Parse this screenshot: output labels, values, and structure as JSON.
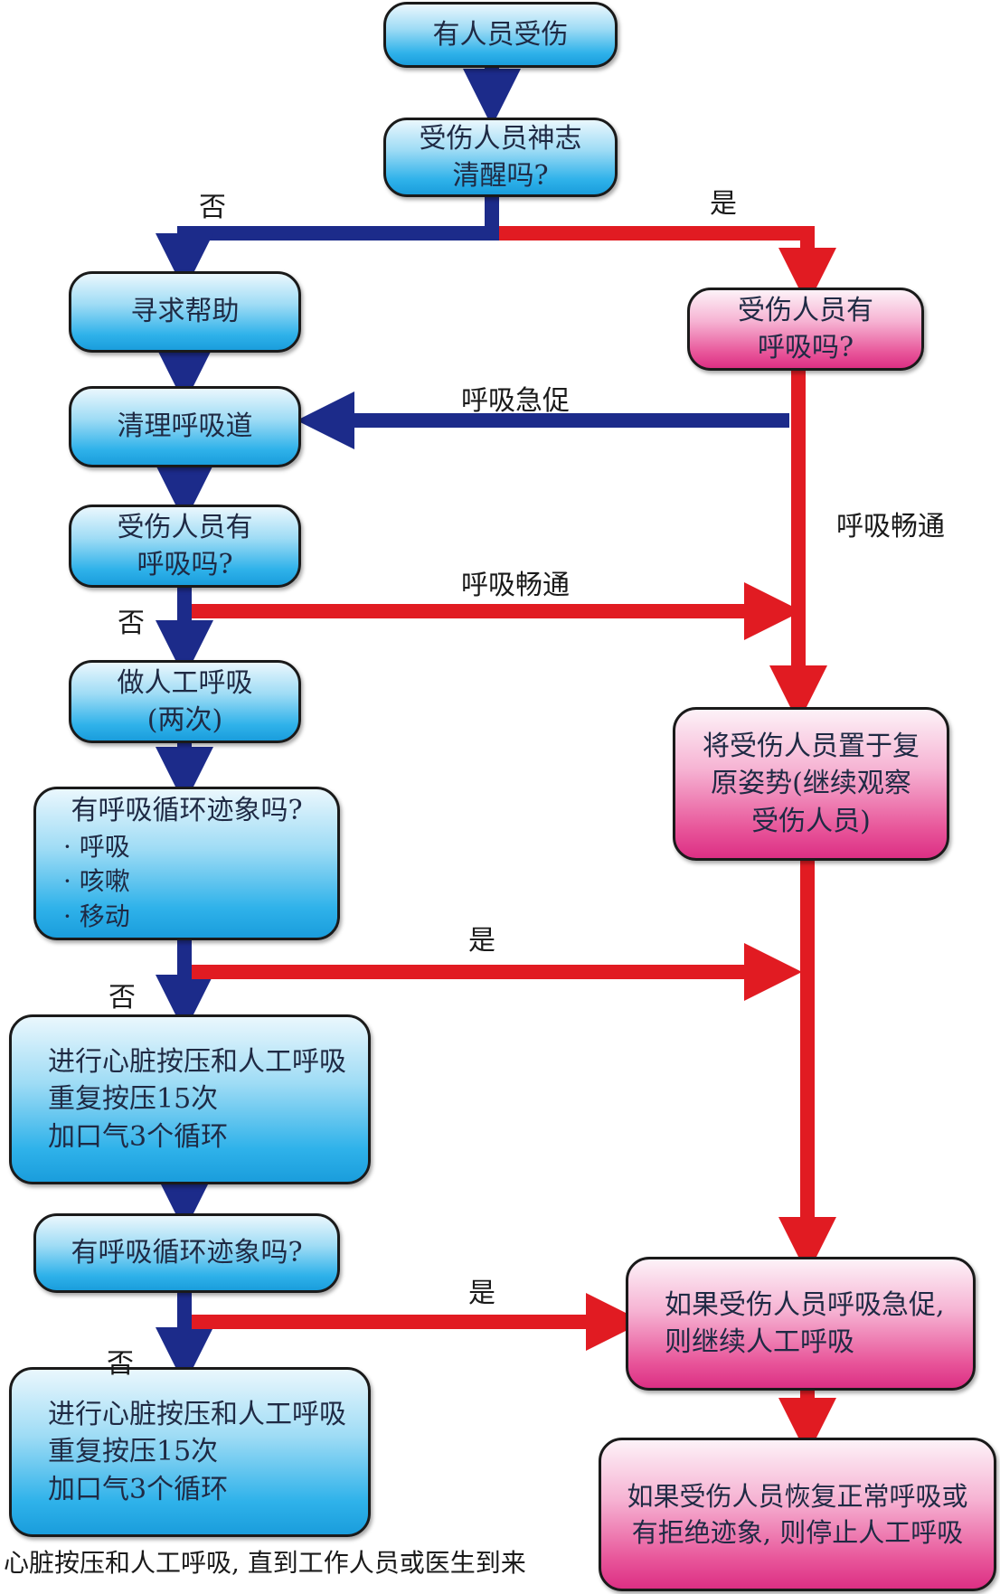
{
  "colors": {
    "blue_arrow": "#1c2b8a",
    "red_arrow": "#e11b22",
    "blue_box": "#2fb2ea",
    "pink_box": "#e8569a"
  },
  "nodes": {
    "injured": {
      "lines": [
        "有人员受伤"
      ]
    },
    "conscious": {
      "lines": [
        "受伤人员神志",
        "清醒吗?"
      ]
    },
    "seek_help": {
      "lines": [
        "寻求帮助"
      ]
    },
    "breathing_check_right": {
      "lines": [
        "受伤人员有",
        "呼吸吗?"
      ]
    },
    "clear_airway": {
      "lines": [
        "清理呼吸道"
      ]
    },
    "breathing_check_left": {
      "lines": [
        "受伤人员有",
        "呼吸吗?"
      ]
    },
    "rescue_breaths": {
      "lines": [
        "做人工呼吸",
        "(两次)"
      ]
    },
    "circulation_check": {
      "title": "有呼吸循环迹象吗?",
      "items": [
        "· 呼吸",
        "· 咳嗽",
        "· 移动"
      ]
    },
    "recovery_position": {
      "lines": [
        "将受伤人员置于复",
        "原姿势(继续观察",
        "受伤人员)"
      ]
    },
    "cpr_1": {
      "lines": [
        "进行心脏按压和人工呼吸",
        "重复按压15次",
        "加口气3个循环"
      ]
    },
    "circulation_check_2": {
      "lines": [
        "有呼吸循环迹象吗?"
      ]
    },
    "if_short_breath": {
      "lines": [
        "如果受伤人员呼吸急促,",
        "则继续人工呼吸"
      ]
    },
    "cpr_2": {
      "lines": [
        "进行心脏按压和人工呼吸",
        "重复按压15次",
        "加口气3个循环"
      ]
    },
    "if_normal": {
      "lines": [
        "如果受伤人员恢复正常呼吸或",
        "有拒绝迹象, 则停止人工呼吸"
      ]
    }
  },
  "labels": {
    "no_1": "否",
    "yes_1": "是",
    "short_breath": "呼吸急促",
    "clear_breath_right": "呼吸畅通",
    "clear_breath_left": "呼吸畅通",
    "no_2": "否",
    "yes_2": "是",
    "no_3": "否",
    "yes_3": "是",
    "no_4": "否"
  },
  "footer": "心脏按压和人工呼吸, 直到工作人员或医生到来"
}
